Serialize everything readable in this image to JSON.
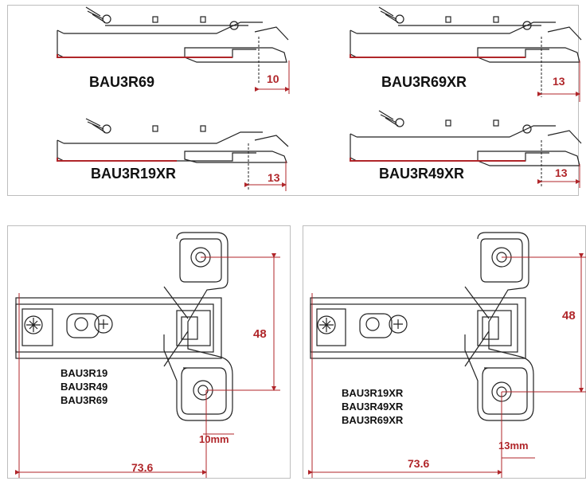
{
  "top_panel": {
    "drawings": [
      {
        "model": "BAU3R69",
        "dimension": "10"
      },
      {
        "model": "BAU3R69XR",
        "dimension": "13"
      },
      {
        "model": "BAU3R19XR",
        "dimension": "13"
      },
      {
        "model": "BAU3R49XR",
        "dimension": "13"
      }
    ]
  },
  "bottom_left": {
    "models": [
      "BAU3R19",
      "BAU3R49",
      "BAU3R69"
    ],
    "height_dim": "48",
    "offset_dim": "10mm",
    "width_dim": "73.6"
  },
  "bottom_right": {
    "models": [
      "BAU3R19XR",
      "BAU3R49XR",
      "BAU3R69XR"
    ],
    "height_dim": "48",
    "offset_dim": "13mm",
    "width_dim": "73.6"
  },
  "colors": {
    "dimension": "#b0262a",
    "outline": "#222222",
    "frame": "#bdbdbd"
  }
}
